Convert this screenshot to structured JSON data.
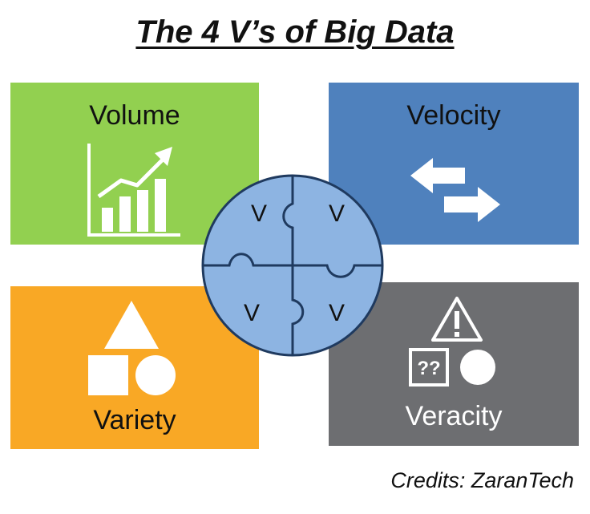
{
  "title": "The 4 V’s of Big Data",
  "tiles": {
    "volume": {
      "label": "Volume",
      "color": "#92D050",
      "icon": "growth-bar-chart-icon"
    },
    "velocity": {
      "label": "Velocity",
      "color": "#4F81BD",
      "icon": "bidirectional-arrows-icon"
    },
    "variety": {
      "label": "Variety",
      "color": "#F9A825",
      "icon": "shapes-icon"
    },
    "veracity": {
      "label": "Veracity",
      "color": "#6D6E71",
      "icon": "warning-question-icon"
    }
  },
  "puzzle": {
    "pieces": [
      "V",
      "V",
      "V",
      "V"
    ],
    "fill": "#8DB4E2",
    "stroke": "#1F3A5F"
  },
  "veracity_icon_text": "??",
  "credits": "Credits: ZaranTech"
}
